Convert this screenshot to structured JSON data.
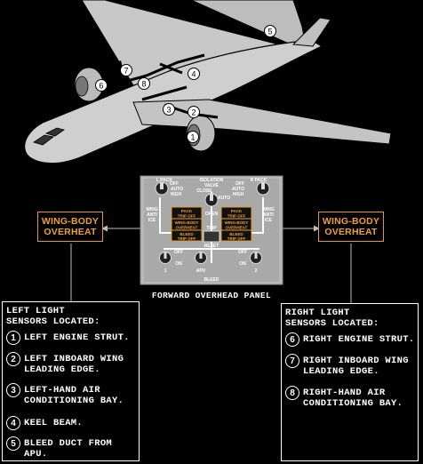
{
  "alerts": {
    "left": [
      "WING-BODY",
      "OVERHEAT"
    ],
    "right": [
      "WING-BODY",
      "OVERHEAT"
    ],
    "color": "#f0a030"
  },
  "panel": {
    "caption": "FORWARD OVERHEAD PANEL",
    "labels": {
      "l_pack": "L PACK",
      "r_pack": "R PACK",
      "off_l": "OFF",
      "auto_l": "AUTO",
      "high_l": "HIGH",
      "off_r": "OFF",
      "auto_r": "AUTO",
      "high_r": "HIGH",
      "isolation_valve": "ISOLATION",
      "valve": "VALVE",
      "close": "CLOSE",
      "auto_c": "AUTO",
      "open": "OPEN",
      "wing_anti_ice_l": "WING",
      "anti_l": "ANTI",
      "ice_l": "ICE",
      "wing_anti_ice_r": "WING",
      "anti_r": "ANTI",
      "ice_r": "ICE",
      "pack_trip_off": "PACK",
      "trip_off": "TRIP OFF",
      "wing_body": "WING-BODY",
      "overheat": "OVERHEAT",
      "bleed": "BLEED",
      "bleed_trip_off": "TRIP OFF",
      "trip": "TRIP",
      "reset": "RESET",
      "off_b1": "OFF",
      "on_b1": "ON",
      "apu": "APU",
      "off_b2": "OFF",
      "on_b2": "ON",
      "bleed_bottom": "BLEED",
      "n1": "1",
      "n2": "2"
    }
  },
  "left_box": {
    "title": "LEFT LIGHT\nSENSORS LOCATED:",
    "items": [
      {
        "num": "1",
        "text": "LEFT ENGINE STRUT."
      },
      {
        "num": "2",
        "text": "LEFT INBOARD WING\nLEADING EDGE."
      },
      {
        "num": "3",
        "text": "LEFT-HAND AIR\nCONDITIONING BAY."
      },
      {
        "num": "4",
        "text": "KEEL BEAM."
      },
      {
        "num": "5",
        "text": "BLEED DUCT FROM APU."
      }
    ]
  },
  "right_box": {
    "title": "RIGHT LIGHT\nSENSORS LOCATED:",
    "items": [
      {
        "num": "6",
        "text": "RIGHT ENGINE STRUT."
      },
      {
        "num": "7",
        "text": "RIGHT INBOARD WING\nLEADING EDGE."
      },
      {
        "num": "8",
        "text": "RIGHT-HAND AIR\nCONDITIONING BAY."
      }
    ]
  },
  "aircraft_markers": [
    "1",
    "2",
    "3",
    "4",
    "5",
    "6",
    "7",
    "8"
  ]
}
